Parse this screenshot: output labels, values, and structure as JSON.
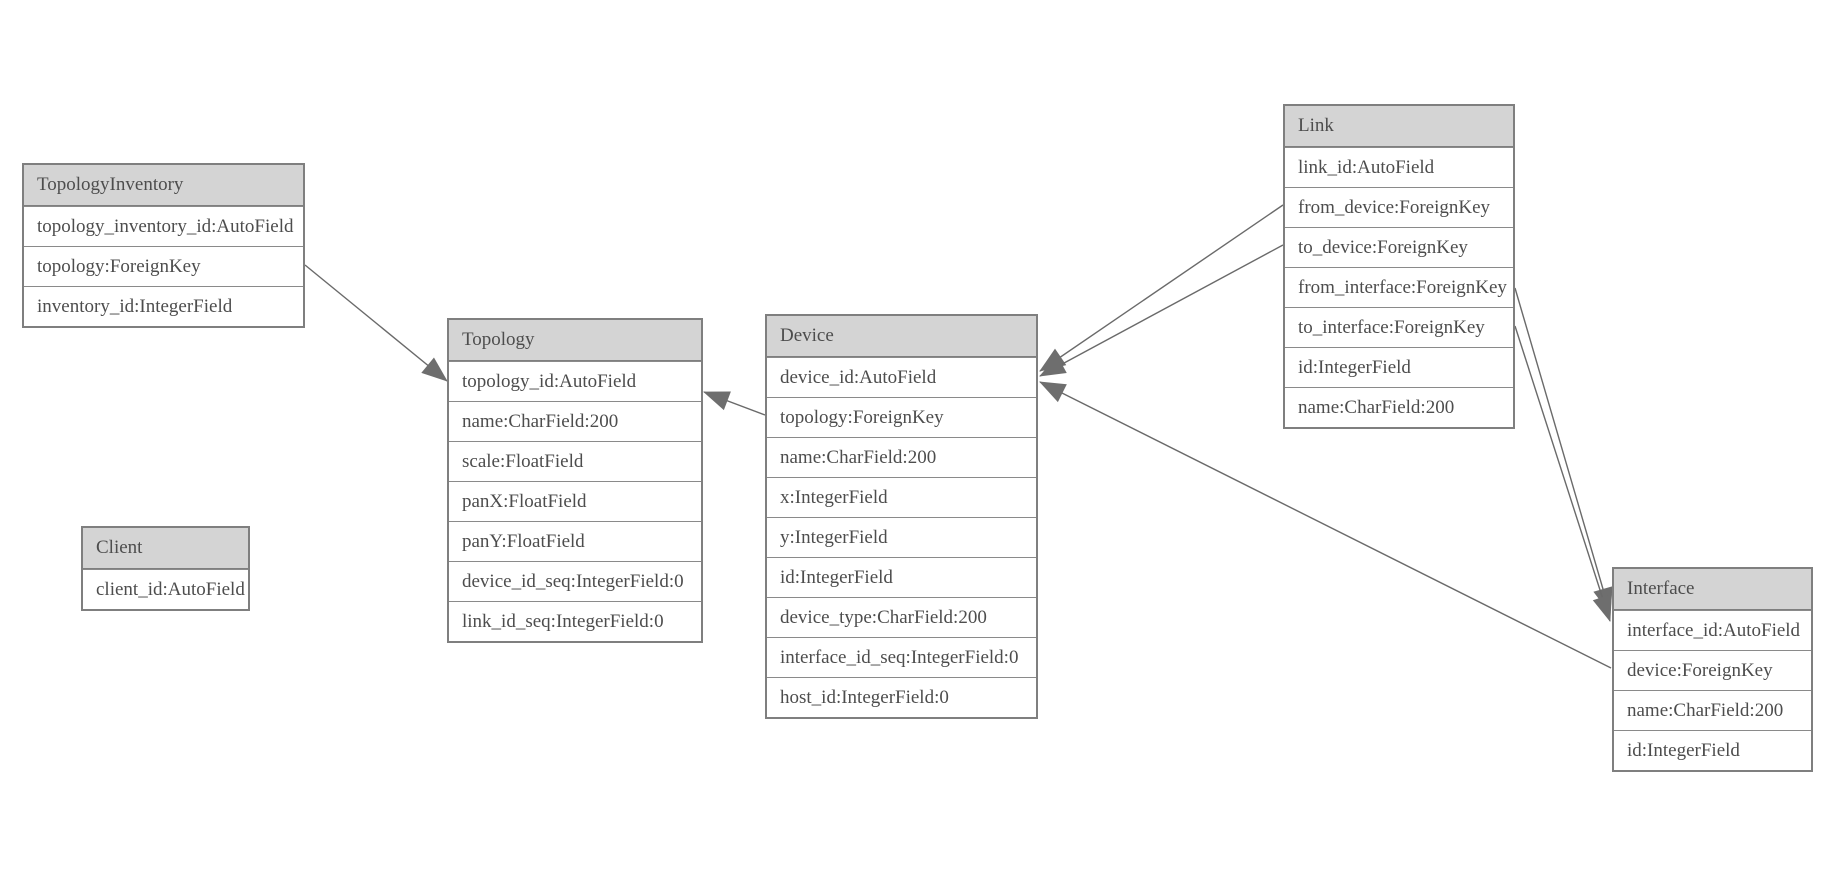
{
  "diagram": {
    "kind": "entity-relationship-model",
    "colors": {
      "header_fill": "#d4d4d4",
      "box_border": "#7f7f7f",
      "text": "#4d4d4d",
      "relation_line": "#6a6a6a",
      "arrowhead_fill": "#6e6e6e",
      "background": "#ffffff"
    }
  },
  "tables": [
    {
      "name": "TopologyInventory",
      "fields": [
        "topology_inventory_id:AutoField",
        "topology:ForeignKey",
        "inventory_id:IntegerField"
      ]
    },
    {
      "name": "Topology",
      "fields": [
        "topology_id:AutoField",
        "name:CharField:200",
        "scale:FloatField",
        "panX:FloatField",
        "panY:FloatField",
        "device_id_seq:IntegerField:0",
        "link_id_seq:IntegerField:0"
      ]
    },
    {
      "name": "Client",
      "fields": [
        "client_id:AutoField"
      ]
    },
    {
      "name": "Device",
      "fields": [
        "device_id:AutoField",
        "topology:ForeignKey",
        "name:CharField:200",
        "x:IntegerField",
        "y:IntegerField",
        "id:IntegerField",
        "device_type:CharField:200",
        "interface_id_seq:IntegerField:0",
        "host_id:IntegerField:0"
      ]
    },
    {
      "name": "Link",
      "fields": [
        "link_id:AutoField",
        "from_device:ForeignKey",
        "to_device:ForeignKey",
        "from_interface:ForeignKey",
        "to_interface:ForeignKey",
        "id:IntegerField",
        "name:CharField:200"
      ]
    },
    {
      "name": "Interface",
      "fields": [
        "interface_id:AutoField",
        "device:ForeignKey",
        "name:CharField:200",
        "id:IntegerField"
      ]
    }
  ],
  "relationships": [
    {
      "from": "TopologyInventory.topology",
      "to": "Topology"
    },
    {
      "from": "Device.topology",
      "to": "Topology"
    },
    {
      "from": "Link.from_device",
      "to": "Device"
    },
    {
      "from": "Link.to_device",
      "to": "Device"
    },
    {
      "from": "Link.from_interface",
      "to": "Interface"
    },
    {
      "from": "Link.to_interface",
      "to": "Interface"
    },
    {
      "from": "Interface.device",
      "to": "Device"
    }
  ]
}
